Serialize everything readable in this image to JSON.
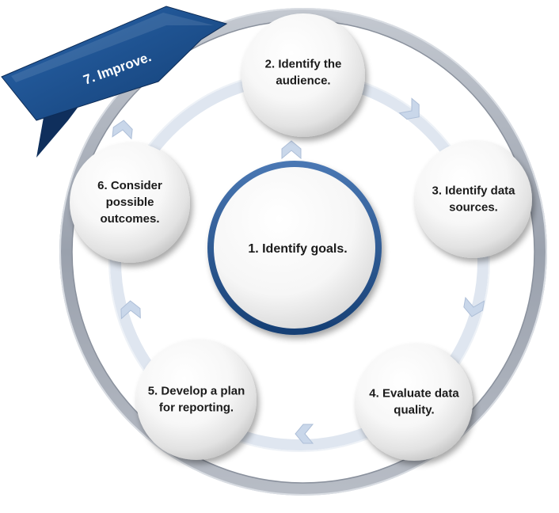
{
  "diagram": {
    "center": {
      "lines": [
        "1. Identify goals."
      ]
    },
    "steps": [
      {
        "lines": [
          "2. Identify the",
          "audience."
        ]
      },
      {
        "lines": [
          "3. Identify data",
          "sources."
        ]
      },
      {
        "lines": [
          "4. Evaluate data",
          "quality."
        ]
      },
      {
        "lines": [
          "5. Develop a plan",
          "for reporting."
        ]
      },
      {
        "lines": [
          "6. Consider",
          "possible",
          "outcomes."
        ]
      }
    ],
    "banner": {
      "lines": [
        "7. Improve."
      ]
    }
  },
  "colors": {
    "banner_blue": "#1d4f8f",
    "banner_dark": "#0f2f5c",
    "center_ring": "#2a5a97",
    "outer_ring": "#a6adb9",
    "track": "#dde5f0",
    "chevron": "#c9d7ea"
  }
}
